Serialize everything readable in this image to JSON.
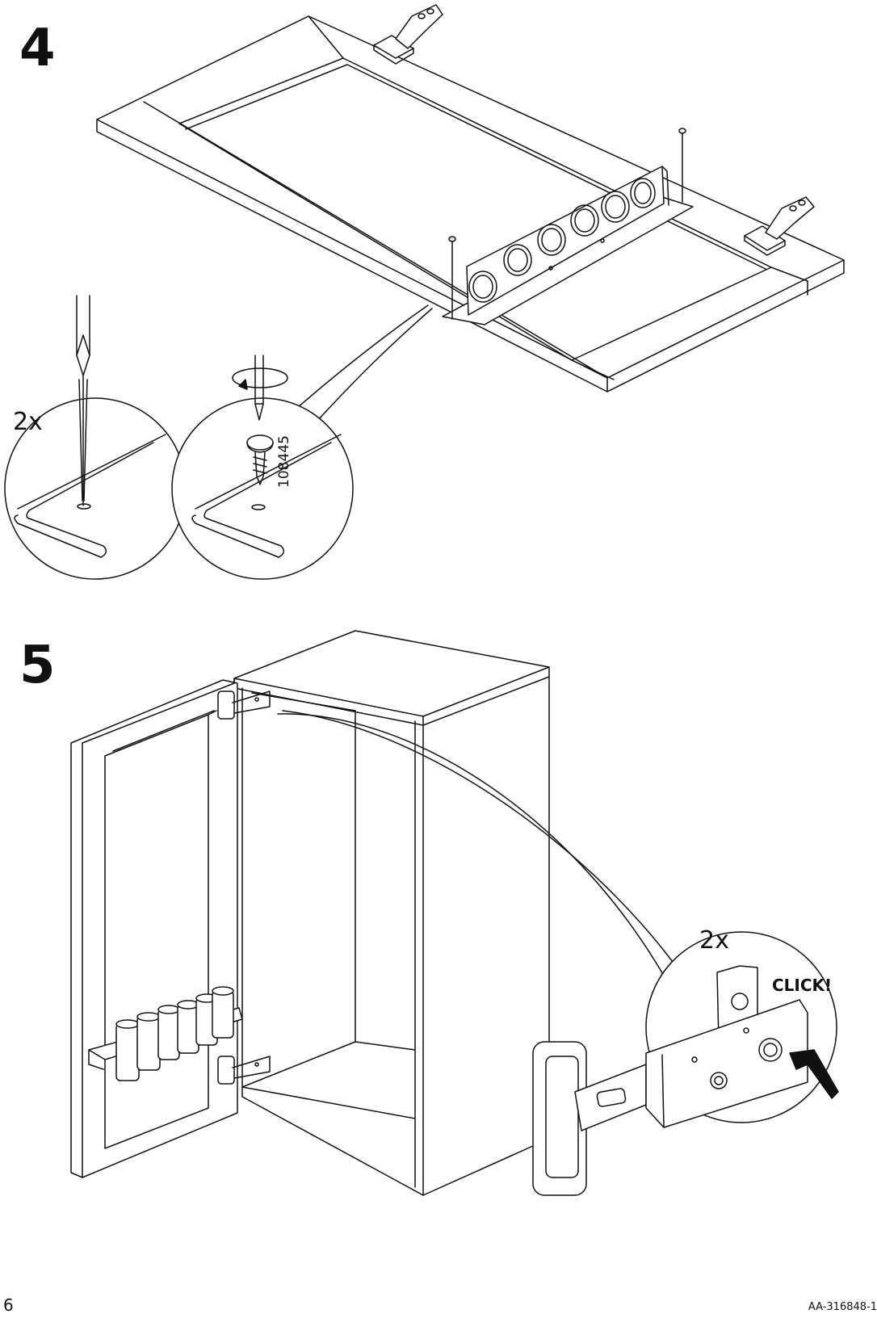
{
  "page": {
    "number": "6",
    "doc_code": "AA-316848-1"
  },
  "steps": [
    {
      "number": "4",
      "quantity": "2x",
      "screw_part_number": "108445"
    },
    {
      "number": "5",
      "quantity": "2x",
      "action_label": "CLICK!"
    }
  ],
  "icons": {
    "hinge": "hinge-icon",
    "screw": "screw-icon",
    "screwdriver": "screwdriver-icon",
    "awl": "awl-icon",
    "spice_rack": "spice-rack-icon",
    "rotate": "rotate-arrow-icon",
    "push_arrow": "push-arrow-icon"
  }
}
